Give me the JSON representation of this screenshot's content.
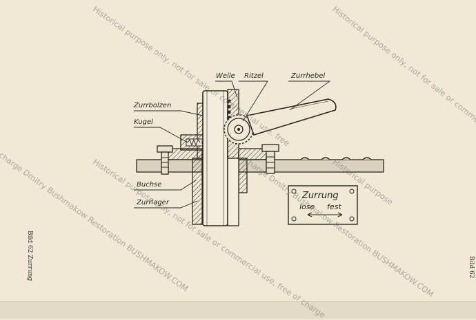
{
  "labels": {
    "welle": "Welle",
    "ritzel": "Ritzel",
    "zurrhebel": "Zurrhebel",
    "zurrbolzen": "Zurrbolzen",
    "kugel": "Kugel",
    "buchse": "Buchse",
    "zurrlager": "Zurrlager"
  },
  "plate": {
    "title": "Zurrung",
    "left": "lose",
    "right": "fest"
  },
  "caption": {
    "left_margin": "Bild 62 Zurrung",
    "right_margin": "Bild 62"
  },
  "watermarks": {
    "historical": "Historical purpose only, not for sale or commercial use, free of charge",
    "restoration": "charge Dmitry Bushmakow Restoration BUSHMAKOW.COM",
    "short_1": "Historical purpose only, not for sale or commercial use. free",
    "short_2": "Historical purpose"
  }
}
